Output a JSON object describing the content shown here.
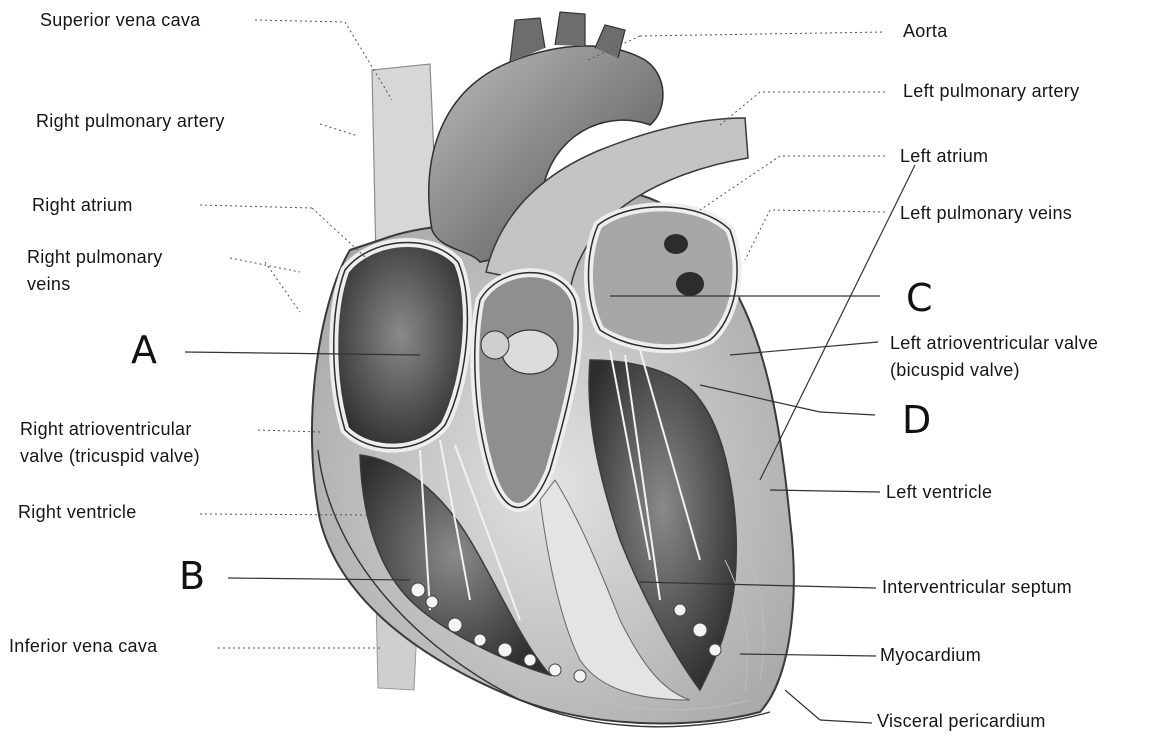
{
  "labels": {
    "superior_vena_cava": "Superior vena cava",
    "right_pulmonary_artery": "Right pulmonary artery",
    "right_atrium": "Right atrium",
    "right_pulmonary_veins_1": "Right pulmonary",
    "right_pulmonary_veins_2": "veins",
    "right_av_valve_1": "Right atrioventricular",
    "right_av_valve_2": "valve (tricuspid valve)",
    "right_ventricle": "Right ventricle",
    "inferior_vena_cava": "Inferior vena cava",
    "aorta": "Aorta",
    "left_pulmonary_artery": "Left pulmonary artery",
    "left_atrium": "Left atrium",
    "left_pulmonary_veins": "Left pulmonary veins",
    "left_av_valve_1": "Left atrioventricular valve",
    "left_av_valve_2": "(bicuspid valve)",
    "left_ventricle": "Left ventricle",
    "interventricular_septum": "Interventricular septum",
    "myocardium": "Myocardium",
    "visceral_pericardium": "Visceral pericardium"
  },
  "letters": {
    "a": "A",
    "b": "B",
    "c": "C",
    "d": "D"
  },
  "colors": {
    "ink": "#161616",
    "heart_fill": "#cfcfcf",
    "chamber": "#6a6a6a",
    "wall": "#e9e9e9",
    "leader": "#555555"
  }
}
